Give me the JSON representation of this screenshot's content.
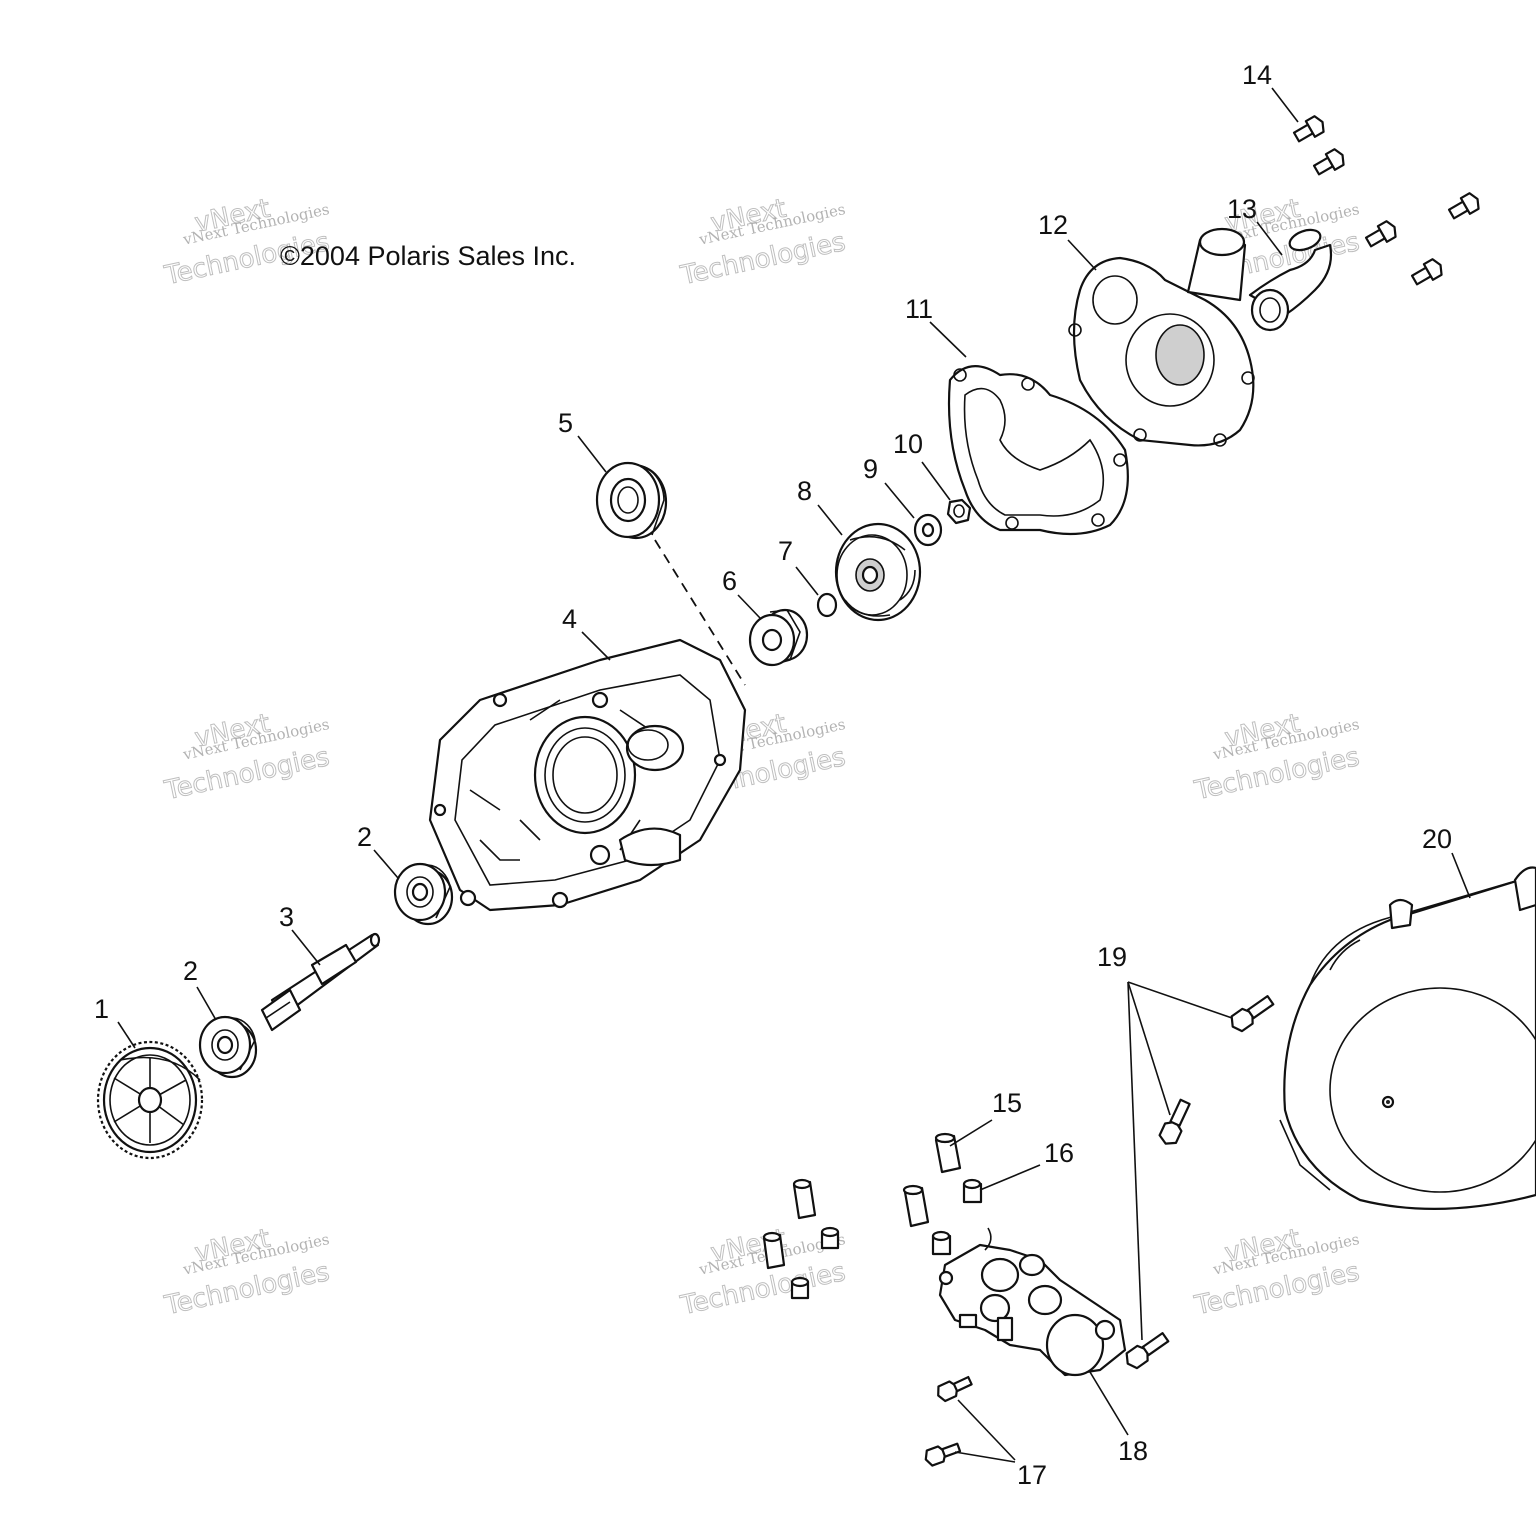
{
  "copyright": "©2004 Polaris Sales Inc.",
  "watermark": {
    "line_small": "vNext Technologies",
    "line_brand": "vNext",
    "line_large": "Technologies"
  },
  "callouts": [
    {
      "id": "c1",
      "label": "1"
    },
    {
      "id": "c2a",
      "label": "2"
    },
    {
      "id": "c2b",
      "label": "2"
    },
    {
      "id": "c3",
      "label": "3"
    },
    {
      "id": "c4",
      "label": "4"
    },
    {
      "id": "c5",
      "label": "5"
    },
    {
      "id": "c6",
      "label": "6"
    },
    {
      "id": "c7",
      "label": "7"
    },
    {
      "id": "c8",
      "label": "8"
    },
    {
      "id": "c9",
      "label": "9"
    },
    {
      "id": "c10",
      "label": "10"
    },
    {
      "id": "c11",
      "label": "11"
    },
    {
      "id": "c12",
      "label": "12"
    },
    {
      "id": "c13",
      "label": "13"
    },
    {
      "id": "c14",
      "label": "14"
    },
    {
      "id": "c15",
      "label": "15"
    },
    {
      "id": "c16",
      "label": "16"
    },
    {
      "id": "c17",
      "label": "17"
    },
    {
      "id": "c18",
      "label": "18"
    },
    {
      "id": "c19",
      "label": "19"
    },
    {
      "id": "c20",
      "label": "20"
    }
  ]
}
